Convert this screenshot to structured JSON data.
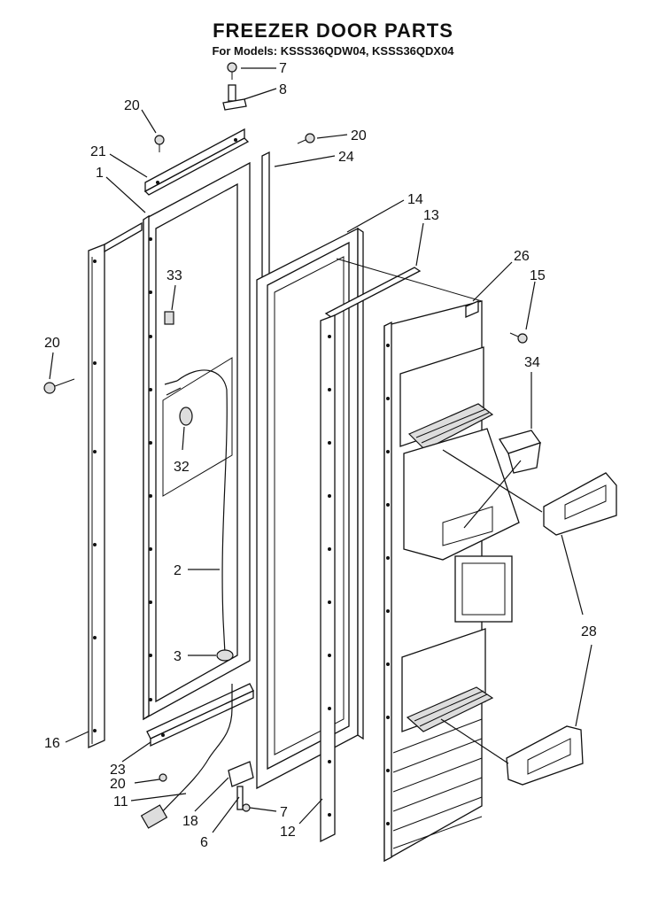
{
  "header": {
    "title": "FREEZER DOOR PARTS",
    "subtitle": "For Models: KSSS36QDW04, KSSS36QDX04"
  },
  "callouts": [
    {
      "id": "c7-top",
      "label": "7"
    },
    {
      "id": "c8",
      "label": "8"
    },
    {
      "id": "c20-a",
      "label": "20"
    },
    {
      "id": "c20-b",
      "label": "20"
    },
    {
      "id": "c21",
      "label": "21"
    },
    {
      "id": "c24",
      "label": "24"
    },
    {
      "id": "c1",
      "label": "1"
    },
    {
      "id": "c14",
      "label": "14"
    },
    {
      "id": "c13",
      "label": "13"
    },
    {
      "id": "c26",
      "label": "26"
    },
    {
      "id": "c15",
      "label": "15"
    },
    {
      "id": "c33",
      "label": "33"
    },
    {
      "id": "c20-c",
      "label": "20"
    },
    {
      "id": "c34",
      "label": "34"
    },
    {
      "id": "c32",
      "label": "32"
    },
    {
      "id": "c2",
      "label": "2"
    },
    {
      "id": "c28",
      "label": "28"
    },
    {
      "id": "c3",
      "label": "3"
    },
    {
      "id": "c16",
      "label": "16"
    },
    {
      "id": "c23",
      "label": "23"
    },
    {
      "id": "c20-d",
      "label": "20"
    },
    {
      "id": "c11",
      "label": "11"
    },
    {
      "id": "c7-bottom",
      "label": "7"
    },
    {
      "id": "c18",
      "label": "18"
    },
    {
      "id": "c12",
      "label": "12"
    },
    {
      "id": "c6",
      "label": "6"
    }
  ]
}
